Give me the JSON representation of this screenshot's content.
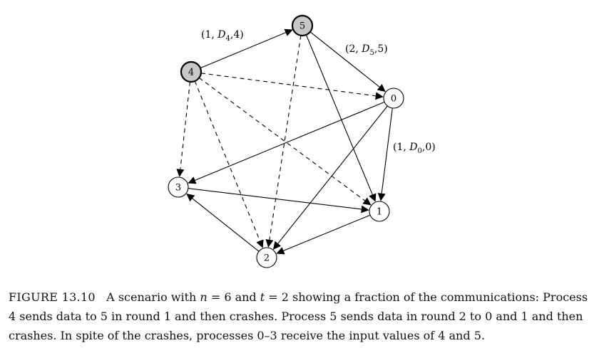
{
  "nodes": [
    {
      "id": "0",
      "label": "0",
      "crashed": false
    },
    {
      "id": "1",
      "label": "1",
      "crashed": false
    },
    {
      "id": "2",
      "label": "2",
      "crashed": false
    },
    {
      "id": "3",
      "label": "3",
      "crashed": false
    },
    {
      "id": "4",
      "label": "4",
      "crashed": true
    },
    {
      "id": "5",
      "label": "5",
      "crashed": true
    }
  ],
  "edges": [
    {
      "from": "4",
      "to": "5",
      "style": "solid"
    },
    {
      "from": "5",
      "to": "0",
      "style": "solid"
    },
    {
      "from": "5",
      "to": "1",
      "style": "solid"
    },
    {
      "from": "5",
      "to": "2",
      "style": "dashed"
    },
    {
      "from": "4",
      "to": "0",
      "style": "dashed"
    },
    {
      "from": "4",
      "to": "1",
      "style": "dashed"
    },
    {
      "from": "4",
      "to": "2",
      "style": "dashed"
    },
    {
      "from": "4",
      "to": "3",
      "style": "dashed"
    },
    {
      "from": "0",
      "to": "1",
      "style": "solid"
    },
    {
      "from": "0",
      "to": "2",
      "style": "solid"
    },
    {
      "from": "0",
      "to": "3",
      "style": "solid"
    },
    {
      "from": "3",
      "to": "1",
      "style": "solid"
    },
    {
      "from": "1",
      "to": "2",
      "style": "solid"
    },
    {
      "from": "2",
      "to": "3",
      "style": "solid"
    }
  ],
  "edge_labels": {
    "e45": {
      "open": "(1, ",
      "var": "D",
      "sub": "4",
      "close": ",4)"
    },
    "e50": {
      "open": "(2, ",
      "var": "D",
      "sub": "5",
      "close": ",5)"
    },
    "e01": {
      "open": "(1, ",
      "var": "D",
      "sub": "0",
      "close": ",0)"
    }
  },
  "caption": {
    "figure_number": "FIGURE 13.10",
    "text_before_n": "A scenario with ",
    "n_var": "n",
    "n_eq": " = 6 and ",
    "t_var": "t",
    "t_eq": " = 2 showing a fraction of the communications: Process 4 sends data to 5 in round 1 and then crashes. Process 5 sends data in round 2 to 0 and 1 and then crashes. In spite of the crashes, processes 0–3 receive the input values of 4 and 5."
  }
}
